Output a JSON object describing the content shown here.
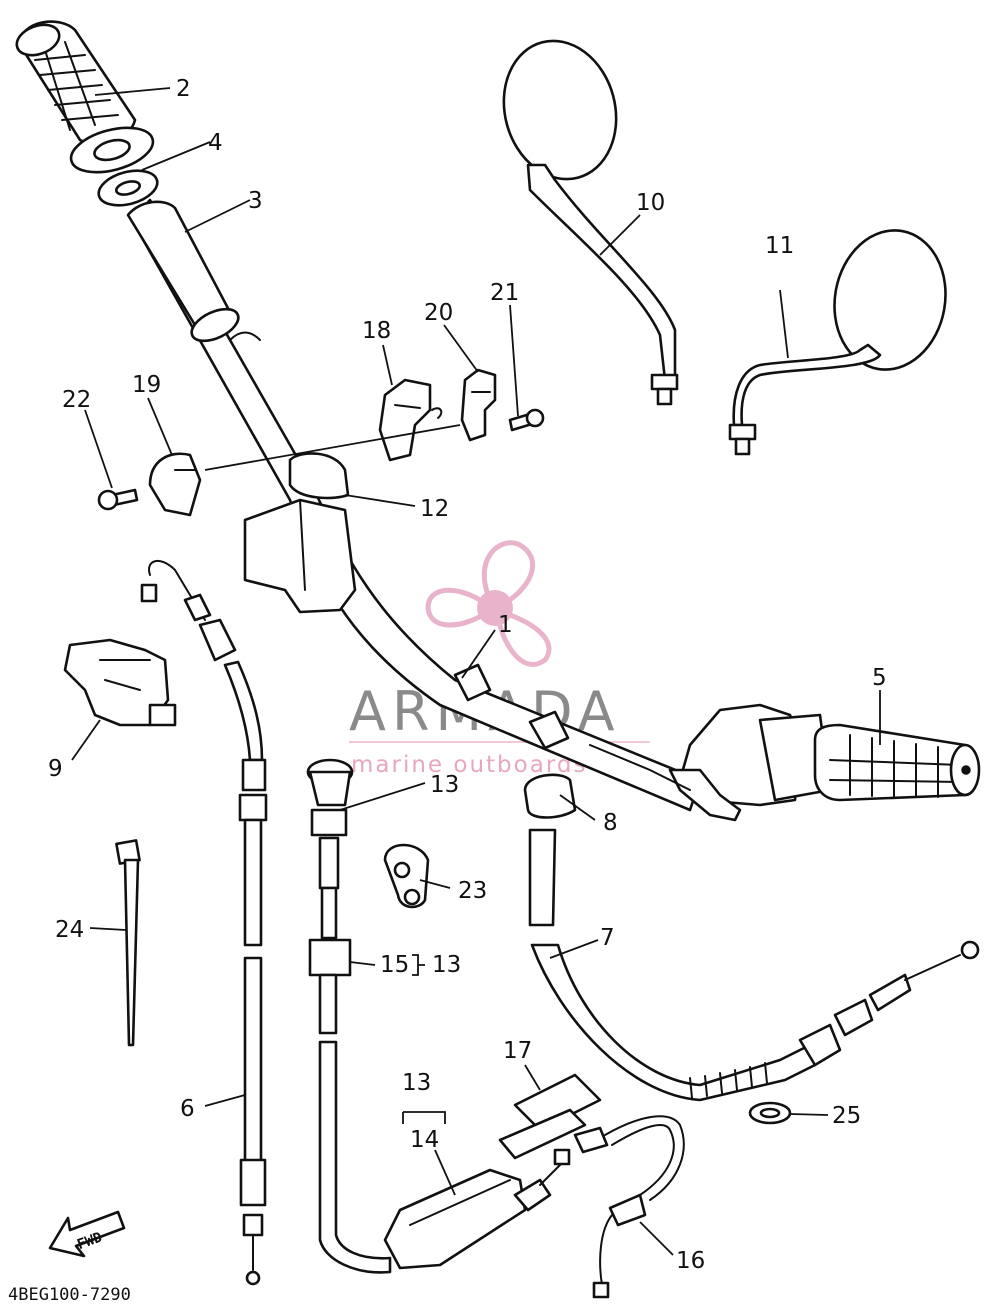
{
  "diagram": {
    "part_labels": [
      {
        "id": "1",
        "text": "1"
      },
      {
        "id": "2",
        "text": "2"
      },
      {
        "id": "3",
        "text": "3"
      },
      {
        "id": "4",
        "text": "4"
      },
      {
        "id": "5",
        "text": "5"
      },
      {
        "id": "6",
        "text": "6"
      },
      {
        "id": "7",
        "text": "7"
      },
      {
        "id": "8",
        "text": "8"
      },
      {
        "id": "9",
        "text": "9"
      },
      {
        "id": "10",
        "text": "10"
      },
      {
        "id": "11",
        "text": "11"
      },
      {
        "id": "12",
        "text": "12"
      },
      {
        "id": "13a",
        "text": "13"
      },
      {
        "id": "13b",
        "text": "13"
      },
      {
        "id": "13c",
        "text": "13"
      },
      {
        "id": "14",
        "text": "14"
      },
      {
        "id": "15",
        "text": "15"
      },
      {
        "id": "16",
        "text": "16"
      },
      {
        "id": "17",
        "text": "17"
      },
      {
        "id": "18",
        "text": "18"
      },
      {
        "id": "19",
        "text": "19"
      },
      {
        "id": "20",
        "text": "20"
      },
      {
        "id": "21",
        "text": "21"
      },
      {
        "id": "22",
        "text": "22"
      },
      {
        "id": "23",
        "text": "23"
      },
      {
        "id": "24",
        "text": "24"
      },
      {
        "id": "25",
        "text": "25"
      }
    ],
    "fwd_label": "FWD",
    "drawing_code": "4BEG100-7290"
  },
  "watermark": {
    "name": "ARMADA",
    "tagline": "marine outboards",
    "color_primary": "#e6a7c2",
    "color_text": "#8a8a8a"
  }
}
